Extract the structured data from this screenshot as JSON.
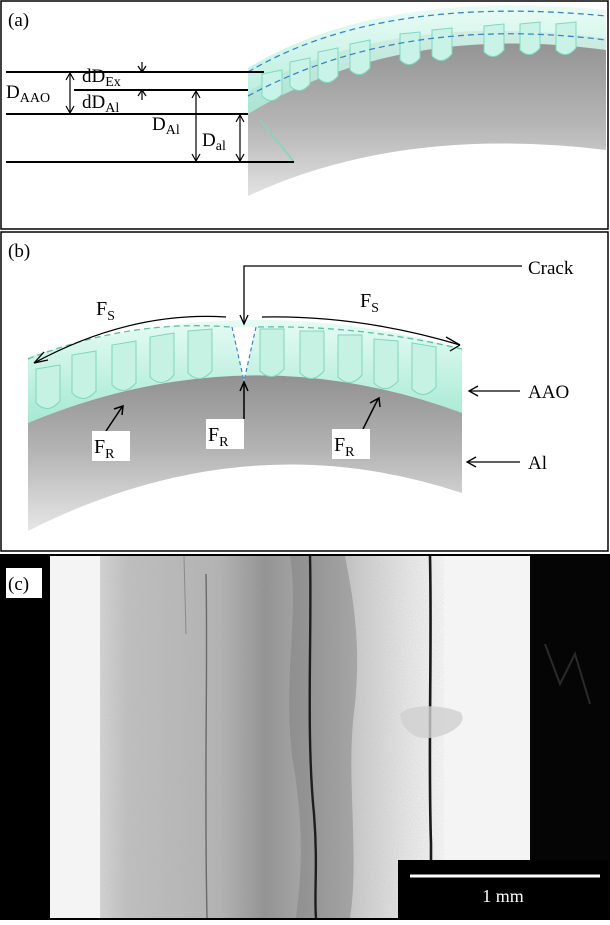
{
  "panel_a": {
    "label": "(a)",
    "dims": {
      "d_aao": "D",
      "d_aao_sub": "AAO",
      "dd_ex": "dD",
      "dd_ex_sub": "Ex",
      "dd_al": "dD",
      "dd_al_sub": "Al",
      "d_al_big": "D",
      "d_al_big_sub": "Al",
      "d_al_small": "D",
      "d_al_small_sub": "al"
    }
  },
  "panel_b": {
    "label": "(b)",
    "crack": "Crack",
    "aao": "AAO",
    "al": "Al",
    "fs_main": "F",
    "fs_sub": "S",
    "fr_main": "F",
    "fr_sub": "R"
  },
  "panel_c": {
    "label": "(c)",
    "scale_bar": "1 mm"
  },
  "colors": {
    "coating": "#bff0e0",
    "coating_edge": "#6dd6bd",
    "pore_dash": "#3a86c8",
    "metal": "#a9a9a9",
    "metal_light": "#cfcfcf"
  }
}
